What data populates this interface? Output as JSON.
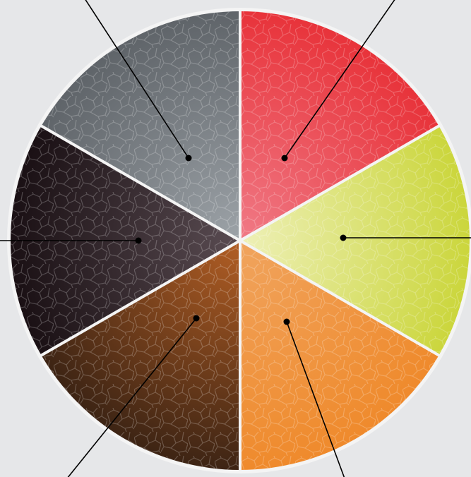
{
  "background_color": "#e6e7e9",
  "rim_color": "#f4f4f4",
  "leader_color": "#000000",
  "segments": [
    {
      "id": "red",
      "color_light": "#f07a86",
      "color_dark": "#e8333a"
    },
    {
      "id": "lime",
      "color_light": "#eef0b8",
      "color_dark": "#cbd63c"
    },
    {
      "id": "orange",
      "color_light": "#f0a45e",
      "color_dark": "#ef8a2c"
    },
    {
      "id": "brown",
      "color_light": "#b25e24",
      "color_dark": "#3d2414"
    },
    {
      "id": "black",
      "color_light": "#5a4c52",
      "color_dark": "#1a1014"
    },
    {
      "id": "gray",
      "color_light": "#9da3a8",
      "color_dark": "#5f6469"
    }
  ]
}
